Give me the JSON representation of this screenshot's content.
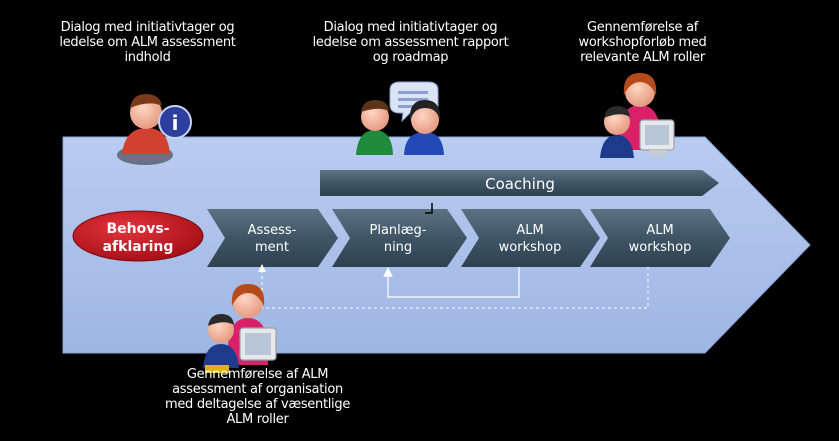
{
  "captions": {
    "top_left": [
      "Dialog med initiativtager og",
      "ledelse om ALM assessment",
      "indhold"
    ],
    "top_middle": [
      "Dialog med initiativtager og",
      "ledelse om assessment rapport",
      "og roadmap"
    ],
    "top_right": [
      "Gennemførelse af",
      "workshopforløb med",
      "relevante ALM roller"
    ],
    "bottom": [
      "Gennemførelse af ALM",
      "assessment af organisation",
      "med deltagelse af væsentlige",
      "ALM roller"
    ]
  },
  "coaching_label": "Coaching",
  "steps": {
    "behov": [
      "Behovs-",
      "afklaring"
    ],
    "assessment": [
      "Assess-",
      "ment"
    ],
    "planlaegning": [
      "Planlæg-",
      "ning"
    ],
    "workshop1": [
      "ALM",
      "workshop"
    ],
    "workshop2": [
      "ALM",
      "workshop"
    ]
  },
  "icons": {
    "info_person": "person-info-icon",
    "dialog_people": "two-people-speech-icon",
    "computer_people": "people-computer-icon"
  },
  "colors": {
    "background": "#000000",
    "process_arrow": "#a9bfea",
    "step_chevron": "#3c5263",
    "behov_oval": "#c8141e",
    "text_light": "#ffffff"
  }
}
